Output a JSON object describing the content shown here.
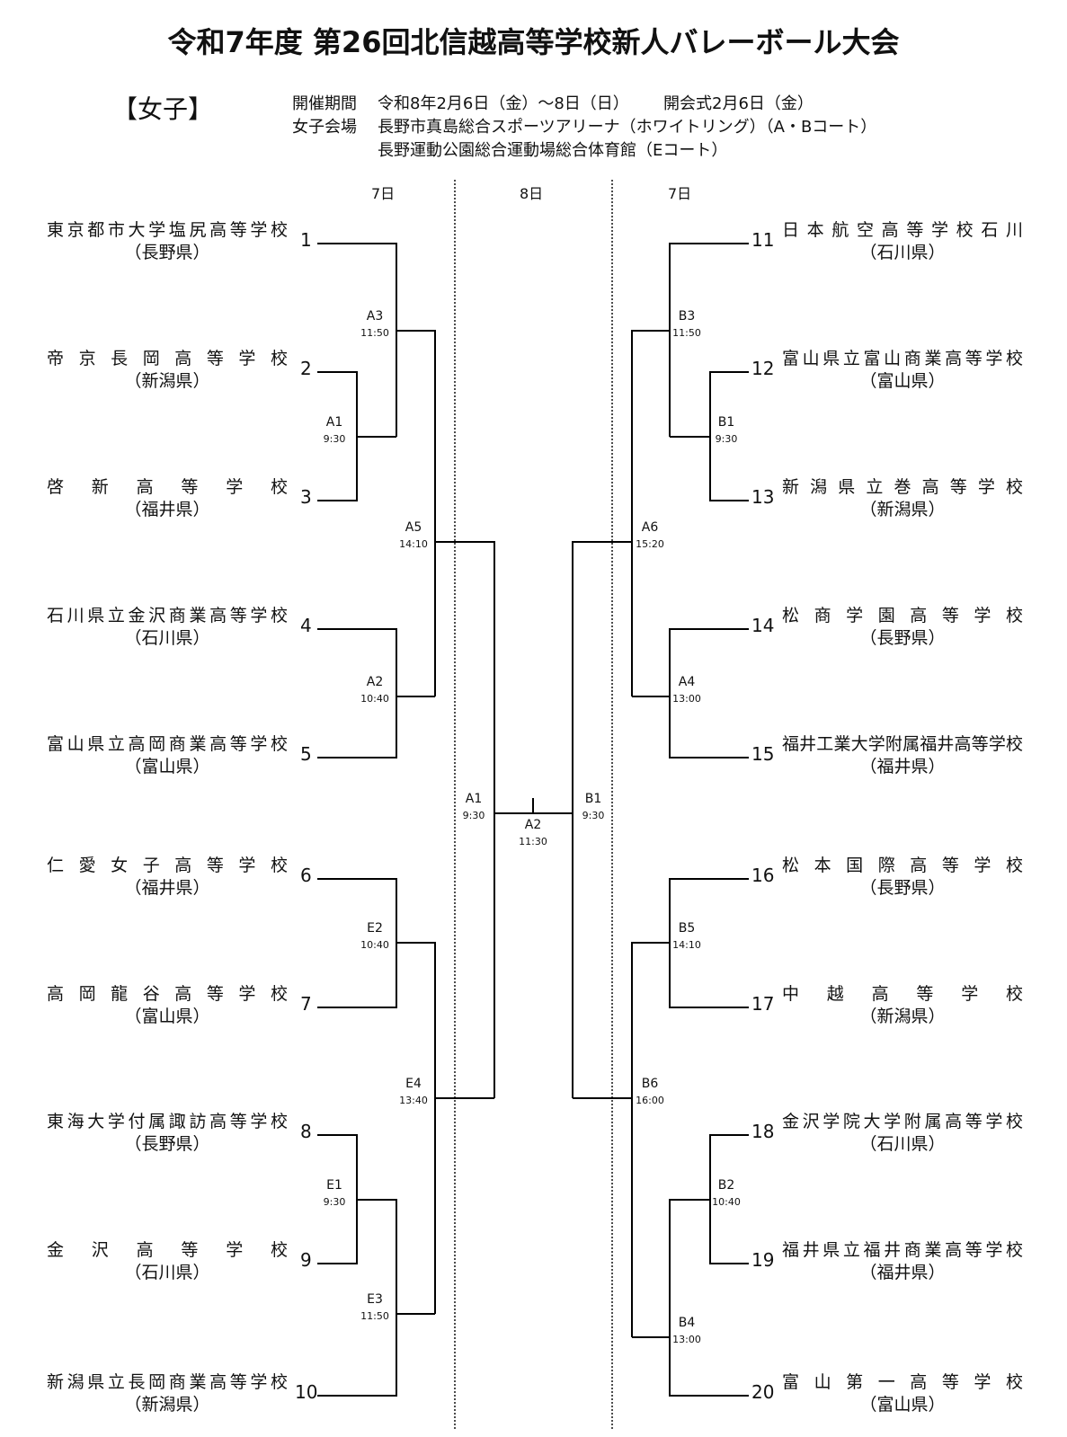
{
  "title": "令和7年度 第26回北信越高等学校新人バレーボール大会",
  "division": "【女子】",
  "info": {
    "period_label": "開催期間",
    "period_value": "令和8年2月6日（金）～8日（日）",
    "opening_label": "開会式2月6日（金）",
    "venue_label": "女子会場",
    "venue_1": "長野市真島総合スポーツアリーナ（ホワイトリング）（A・Bコート）",
    "venue_2": "長野運動公園総合運動場総合体育館（Eコート）"
  },
  "days": {
    "left": "7日",
    "center": "8日",
    "right": "7日"
  },
  "teams": [
    {
      "seed": "1",
      "name": "東京都市大学塩尻高等学校",
      "pref": "（長野県）"
    },
    {
      "seed": "2",
      "name": "帝京長岡高等学校",
      "pref": "（新潟県）"
    },
    {
      "seed": "3",
      "name": "啓新高等学校",
      "pref": "（福井県）"
    },
    {
      "seed": "4",
      "name": "石川県立金沢商業高等学校",
      "pref": "（石川県）"
    },
    {
      "seed": "5",
      "name": "富山県立高岡商業高等学校",
      "pref": "（富山県）"
    },
    {
      "seed": "6",
      "name": "仁愛女子高等学校",
      "pref": "（福井県）"
    },
    {
      "seed": "7",
      "name": "高岡龍谷高等学校",
      "pref": "（富山県）"
    },
    {
      "seed": "8",
      "name": "東海大学付属諏訪高等学校",
      "pref": "（長野県）"
    },
    {
      "seed": "9",
      "name": "金沢高等学校",
      "pref": "（石川県）"
    },
    {
      "seed": "10",
      "name": "新潟県立長岡商業高等学校",
      "pref": "（新潟県）"
    },
    {
      "seed": "11",
      "name": "日本航空高等学校石川",
      "pref": "（石川県）"
    },
    {
      "seed": "12",
      "name": "富山県立富山商業高等学校",
      "pref": "（富山県）"
    },
    {
      "seed": "13",
      "name": "新潟県立巻高等学校",
      "pref": "（新潟県）"
    },
    {
      "seed": "14",
      "name": "松商学園高等学校",
      "pref": "（長野県）"
    },
    {
      "seed": "15",
      "name": "福井工業大学附属福井高等学校",
      "pref": "（福井県）"
    },
    {
      "seed": "16",
      "name": "松本国際高等学校",
      "pref": "（長野県）"
    },
    {
      "seed": "17",
      "name": "中越高等学校",
      "pref": "（新潟県）"
    },
    {
      "seed": "18",
      "name": "金沢学院大学附属高等学校",
      "pref": "（石川県）"
    },
    {
      "seed": "19",
      "name": "福井県立福井商業高等学校",
      "pref": "（福井県）"
    },
    {
      "seed": "20",
      "name": "富山第一高等学校",
      "pref": "（富山県）"
    }
  ],
  "matches": [
    {
      "code": "A1",
      "time": "9:30"
    },
    {
      "code": "A3",
      "time": "11:50"
    },
    {
      "code": "A2",
      "time": "10:40"
    },
    {
      "code": "A5",
      "time": "14:10"
    },
    {
      "code": "E2",
      "time": "10:40"
    },
    {
      "code": "E1",
      "time": "9:30"
    },
    {
      "code": "E3",
      "time": "11:50"
    },
    {
      "code": "E4",
      "time": "13:40"
    },
    {
      "code": "B1",
      "time": "9:30"
    },
    {
      "code": "B3",
      "time": "11:50"
    },
    {
      "code": "A4",
      "time": "13:00"
    },
    {
      "code": "A6",
      "time": "15:20"
    },
    {
      "code": "B5",
      "time": "14:10"
    },
    {
      "code": "B2",
      "time": "10:40"
    },
    {
      "code": "B4",
      "time": "13:00"
    },
    {
      "code": "B6",
      "time": "16:00"
    },
    {
      "code": "A1",
      "time": "9:30"
    },
    {
      "code": "B1",
      "time": "9:30"
    },
    {
      "code": "A2",
      "time": "11:30"
    }
  ]
}
